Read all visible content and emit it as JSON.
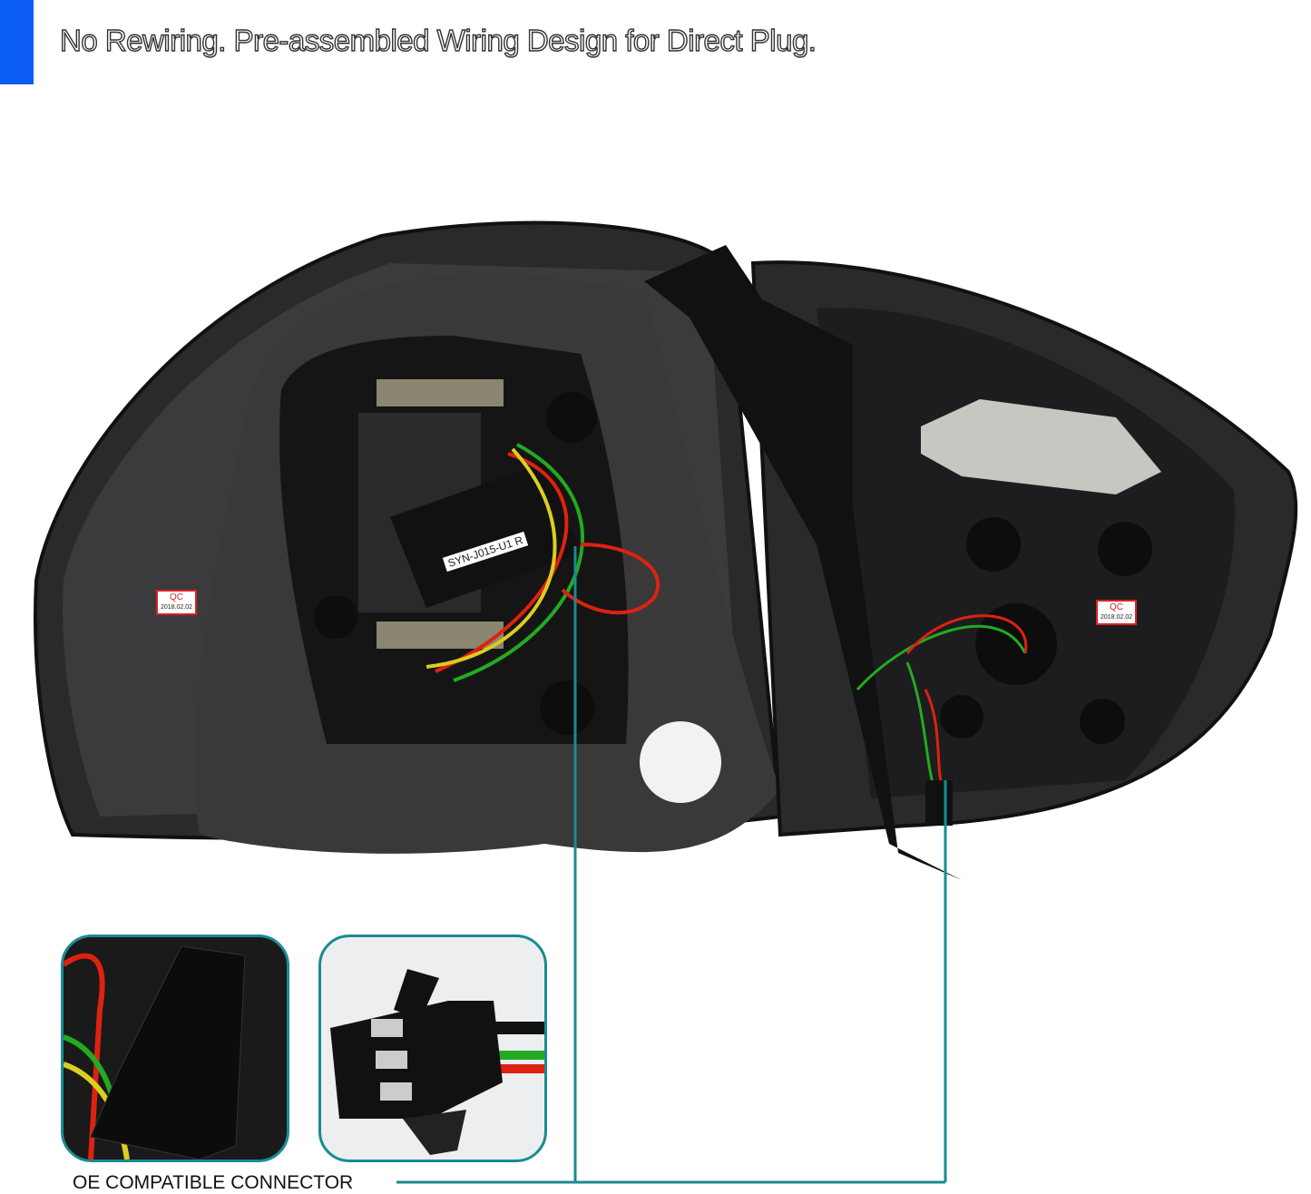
{
  "header": {
    "headline": "No Rewiring. Pre-assembled Wiring Design for Direct Plug.",
    "accent_color": "#0a5cf5"
  },
  "product": {
    "connector_label": "SYN-J015-U1 R",
    "qc_badges": [
      {
        "title": "QC",
        "date": "2018.02.02"
      },
      {
        "title": "QC",
        "date": "2018.02.02"
      }
    ]
  },
  "callout": {
    "caption": "OE COMPATIBLE CONNECTOR",
    "line_color": "#1b8a94"
  }
}
